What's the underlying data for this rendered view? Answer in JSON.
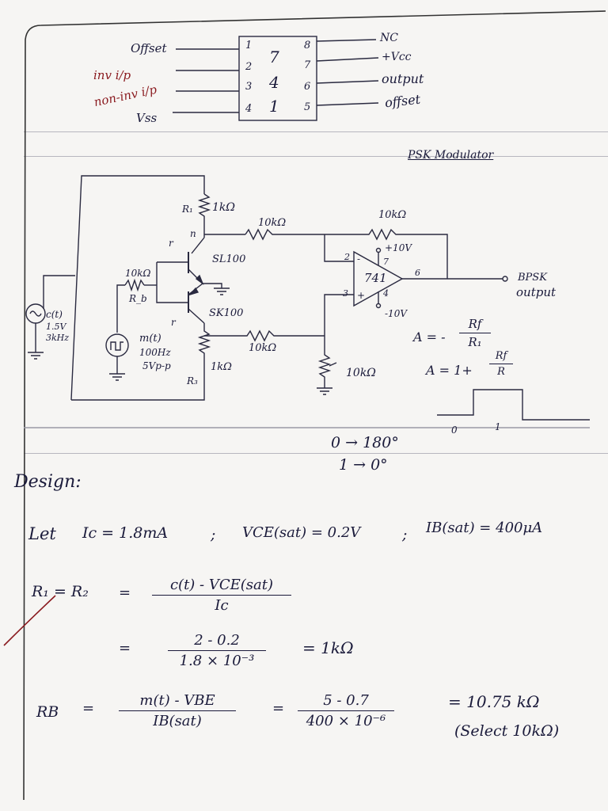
{
  "pinout": {
    "left_labels": [
      "Offset",
      "inv i/p",
      "non-inv i/p",
      "Vss"
    ],
    "left_pins": [
      "1",
      "2",
      "3",
      "4"
    ],
    "right_pins": [
      "8",
      "7",
      "6",
      "5"
    ],
    "right_labels": [
      "NC",
      "+Vcc",
      "output",
      "offset"
    ],
    "chip_digits": [
      "7",
      "4",
      "1"
    ]
  },
  "circuit": {
    "title": "PSK Modulator",
    "r1_label": "R₁",
    "r1_value": "1kΩ",
    "r_base_value": "10kΩ",
    "rb_label": "R_b",
    "r_mid_top": "10kΩ",
    "r_feedback": "10kΩ",
    "r_mid_bottom": "10kΩ",
    "r3_value": "1kΩ",
    "r3_label": "R₃",
    "q1": "SL100",
    "q2": "SK100",
    "opamp": "741",
    "opamp_pins": {
      "inv": "2",
      "noninv": "3",
      "vpos": "7",
      "vneg": "4",
      "out": "6"
    },
    "opamp_minus": "-",
    "opamp_plus": "+",
    "vpos": "+10V",
    "vneg": "-10V",
    "pot_value": "10kΩ",
    "carrier": [
      "c(t)",
      "1.5V",
      "3kHz"
    ],
    "message": [
      "m(t)",
      "100Hz",
      "5Vp-p"
    ],
    "output_label": [
      "BPSK",
      "output"
    ],
    "gain_inv": {
      "lhs": "A = -",
      "num": "Rf",
      "den": "R₁"
    },
    "gain_noninv": {
      "lhs": "A = 1+",
      "num": "Rf",
      "den": "R"
    },
    "pulse_labels": [
      "0",
      "1"
    ],
    "phase_map": [
      "0 → 180°",
      "1 → 0°"
    ],
    "terminal_marks": [
      "n",
      "r",
      "r"
    ]
  },
  "design": {
    "heading": "Design:",
    "let_line": {
      "let": "Let",
      "ic": "Ic = 1.8mA",
      "sep": ";",
      "vce": "VCE(sat) = 0.2V",
      "ib": "IB(sat) = 400μA"
    },
    "r1r2": {
      "lhs": "R₁ = R₂",
      "eq": "=",
      "num": "c(t) - VCE(sat)",
      "den": "Ic"
    },
    "r1r2_value": {
      "eq": "=",
      "num": "2 - 0.2",
      "den": "1.8 × 10⁻³",
      "result": "= 1kΩ"
    },
    "rb": {
      "lhs": "RB",
      "eq": "=",
      "num": "m(t) - VBE",
      "den": "IB(sat)",
      "eq2": "=",
      "num2": "5 - 0.7",
      "den2": "400 × 10⁻⁶",
      "result": "= 10.75 kΩ",
      "select": "(Select 10kΩ)"
    }
  }
}
